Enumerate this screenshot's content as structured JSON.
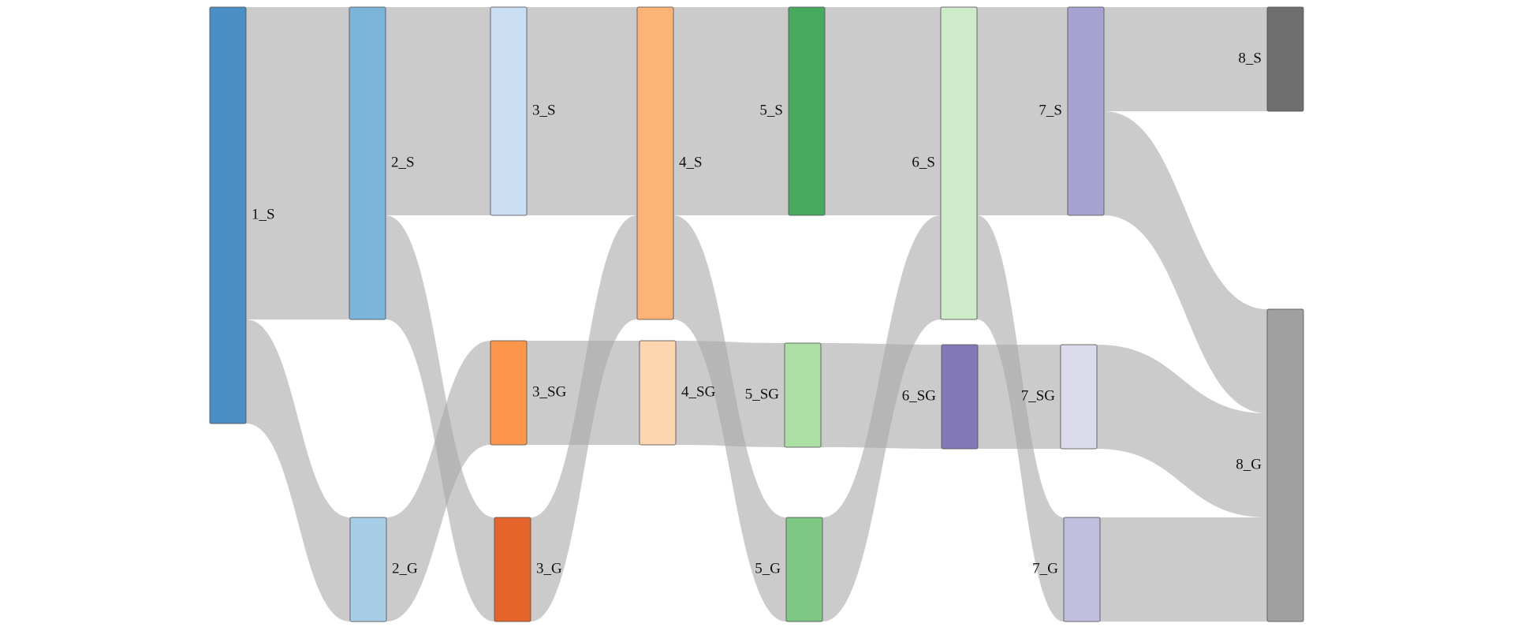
{
  "diagram": {
    "type": "sankey",
    "link_color": "#a9a9a9",
    "nodes": [
      {
        "id": "1_S",
        "label": "1_S",
        "color": "#4a8fc3"
      },
      {
        "id": "2_S",
        "label": "2_S",
        "color": "#7bb5da"
      },
      {
        "id": "2_G",
        "label": "2_G",
        "color": "#a8cde6"
      },
      {
        "id": "3_S",
        "label": "3_S",
        "color": "#cadff3"
      },
      {
        "id": "3_SG",
        "label": "3_SG",
        "color": "#fd964b"
      },
      {
        "id": "3_G",
        "label": "3_G",
        "color": "#e6642b"
      },
      {
        "id": "4_S",
        "label": "4_S",
        "color": "#fdb375"
      },
      {
        "id": "4_SG",
        "label": "4_SG",
        "color": "#fdd5ae"
      },
      {
        "id": "5_S",
        "label": "5_S",
        "color": "#46ab5f"
      },
      {
        "id": "5_SG",
        "label": "5_SG",
        "color": "#addea6"
      },
      {
        "id": "5_G",
        "label": "5_G",
        "color": "#7fc784"
      },
      {
        "id": "6_S",
        "label": "6_S",
        "color": "#cdebc8"
      },
      {
        "id": "6_SG",
        "label": "6_SG",
        "color": "#8278b8"
      },
      {
        "id": "7_S",
        "label": "7_S",
        "color": "#a7a3d0"
      },
      {
        "id": "7_SG",
        "label": "7_SG",
        "color": "#dcdbeb"
      },
      {
        "id": "7_G",
        "label": "7_G",
        "color": "#c0bfde"
      },
      {
        "id": "8_S",
        "label": "8_S",
        "color": "#6e6e6e"
      },
      {
        "id": "8_G",
        "label": "8_G",
        "color": "#a0a0a0"
      }
    ],
    "links": [
      {
        "source": "1_S",
        "target": "2_S",
        "value": 3
      },
      {
        "source": "1_S",
        "target": "2_G",
        "value": 1
      },
      {
        "source": "2_S",
        "target": "3_S",
        "value": 2
      },
      {
        "source": "2_S",
        "target": "3_G",
        "value": 1
      },
      {
        "source": "2_G",
        "target": "3_SG",
        "value": 1
      },
      {
        "source": "3_S",
        "target": "4_S",
        "value": 2
      },
      {
        "source": "3_SG",
        "target": "4_SG",
        "value": 1
      },
      {
        "source": "3_G",
        "target": "4_S",
        "value": 1
      },
      {
        "source": "4_S",
        "target": "5_S",
        "value": 2
      },
      {
        "source": "4_S",
        "target": "5_G",
        "value": 1
      },
      {
        "source": "4_SG",
        "target": "5_SG",
        "value": 1
      },
      {
        "source": "5_S",
        "target": "6_S",
        "value": 2
      },
      {
        "source": "5_SG",
        "target": "6_SG",
        "value": 1
      },
      {
        "source": "5_G",
        "target": "6_S",
        "value": 1
      },
      {
        "source": "6_S",
        "target": "7_S",
        "value": 2
      },
      {
        "source": "6_S",
        "target": "7_G",
        "value": 1
      },
      {
        "source": "6_SG",
        "target": "7_SG",
        "value": 1
      },
      {
        "source": "7_S",
        "target": "8_S",
        "value": 1
      },
      {
        "source": "7_S",
        "target": "8_G",
        "value": 1
      },
      {
        "source": "7_SG",
        "target": "8_G",
        "value": 1
      },
      {
        "source": "7_G",
        "target": "8_G",
        "value": 1
      }
    ]
  }
}
